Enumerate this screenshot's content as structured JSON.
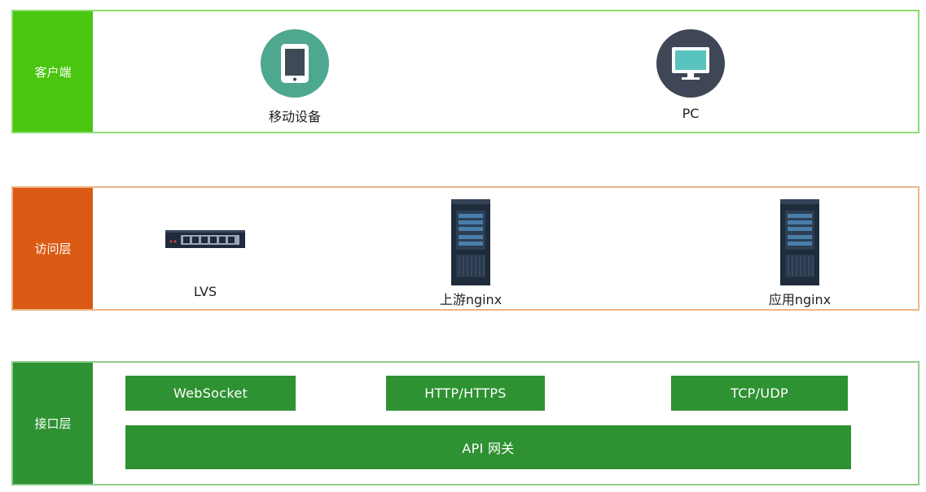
{
  "layers": {
    "client": {
      "label": "客户端",
      "accent": "#49c60f",
      "items": [
        {
          "label": "移动设备",
          "icon": "tablet-icon",
          "color": "#4ea78f"
        },
        {
          "label": "PC",
          "icon": "monitor-icon",
          "color": "#3f4656"
        }
      ]
    },
    "access": {
      "label": "访问层",
      "accent": "#db5a13",
      "items": [
        {
          "label": "LVS",
          "icon": "network-switch-icon"
        },
        {
          "label": "上游nginx",
          "icon": "server-rack-icon"
        },
        {
          "label": "应用nginx",
          "icon": "server-rack-icon"
        }
      ]
    },
    "interface": {
      "label": "接口层",
      "accent": "#2e9232",
      "protocols": [
        "WebSocket",
        "HTTP/HTTPS",
        "TCP/UDP"
      ],
      "gateway": "API 网关"
    }
  }
}
